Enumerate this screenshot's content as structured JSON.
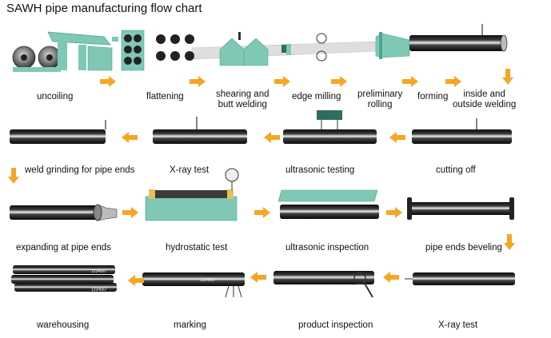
{
  "title": "SAWH pipe manufacturing flow chart",
  "steps": {
    "uncoiling": "uncoiling",
    "flattening": "flattening",
    "shearing": "shearing and\nbutt welding",
    "edge_milling": "edge milling",
    "preliminary_rolling": "preliminary\nrolling",
    "forming": "forming",
    "inside_outside_welding": "inside and\noutside welding",
    "weld_grinding": "weld grinding for pipe ends",
    "xray_test_1": "X-ray test",
    "ultrasonic_testing": "ultrasonic testing",
    "cutting_off": "cutting off",
    "expanding": "expanding at pipe ends",
    "hydrostatic_test": "hydrostatic test",
    "ultrasonic_inspection": "ultrasonic inspection",
    "pipe_ends_beveling": "pipe ends beveling",
    "warehousing": "warehousing",
    "marking": "marking",
    "product_inspection": "product inspection",
    "xray_test_2": "X-ray test"
  },
  "pipe_marking_text": "1234567",
  "colors": {
    "arrow": "#f5a623",
    "machine_green": "#7fc8b5",
    "machine_green_dark": "#4fa58e",
    "pipe_dark": "#1a1a1a",
    "pipe_light": "#dcdcdc",
    "flow_line": "#cccccc"
  }
}
